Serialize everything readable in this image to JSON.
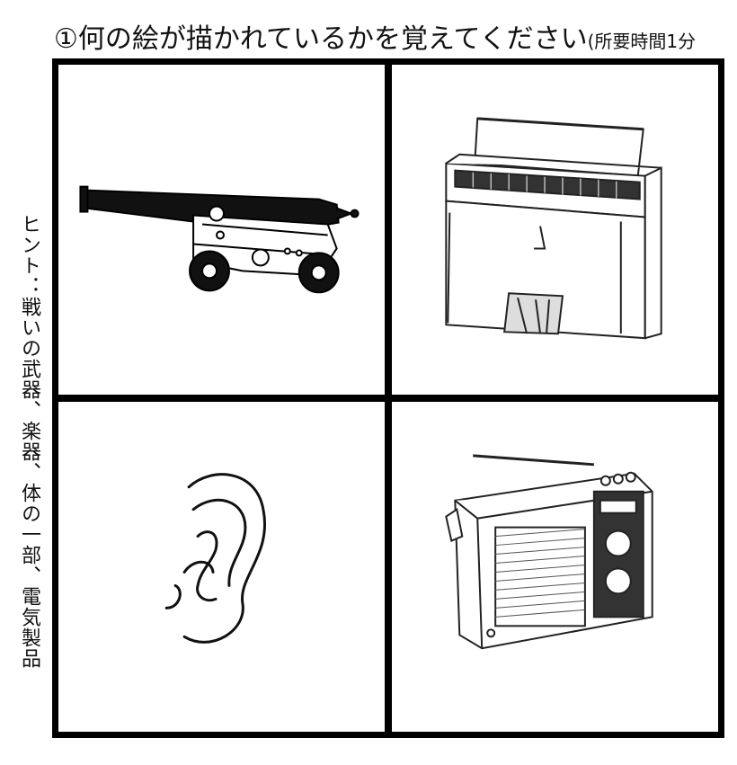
{
  "title": {
    "main": "①何の絵が描かれているかを覚えてください",
    "note": "(所要時間1分"
  },
  "hint": "ヒント：戦いの武器、楽器、体の一部、電気製品",
  "images": [
    {
      "name": "cannon-icon"
    },
    {
      "name": "piano-icon"
    },
    {
      "name": "ear-icon"
    },
    {
      "name": "radio-icon"
    }
  ]
}
